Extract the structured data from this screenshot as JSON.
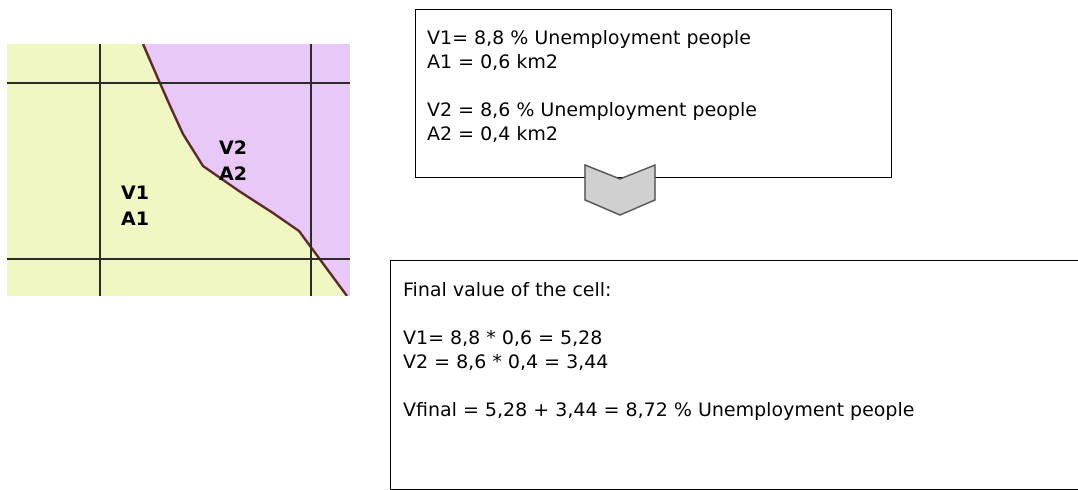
{
  "map": {
    "labels": {
      "v1": "V1",
      "a1": "A1",
      "v2": "V2",
      "a2": "A2"
    },
    "colors": {
      "zone1_fill": "#f1f7c3",
      "zone2_fill": "#e8c8f7",
      "grid_line": "#2b2b2b",
      "boundary_line": "#5a2a2a"
    }
  },
  "input": {
    "v1_line": "V1= 8,8 % Unemployment people",
    "a1_line": "A1 = 0,6 km2",
    "v2_line": "V2 = 8,6 % Unemployment people",
    "a2_line": "A2 = 0,4 km2"
  },
  "arrow": {
    "icon": "down-chevron-arrow",
    "fill": "#d0d0d0"
  },
  "result": {
    "heading": "Final value of the cell:",
    "v1_calc": "V1= 8,8 * 0,6 = 5,28",
    "v2_calc": "V2 = 8,6 * 0,4 = 3,44",
    "final_calc": "Vfinal = 5,28 + 3,44 = 8,72 % Unemployment people"
  }
}
